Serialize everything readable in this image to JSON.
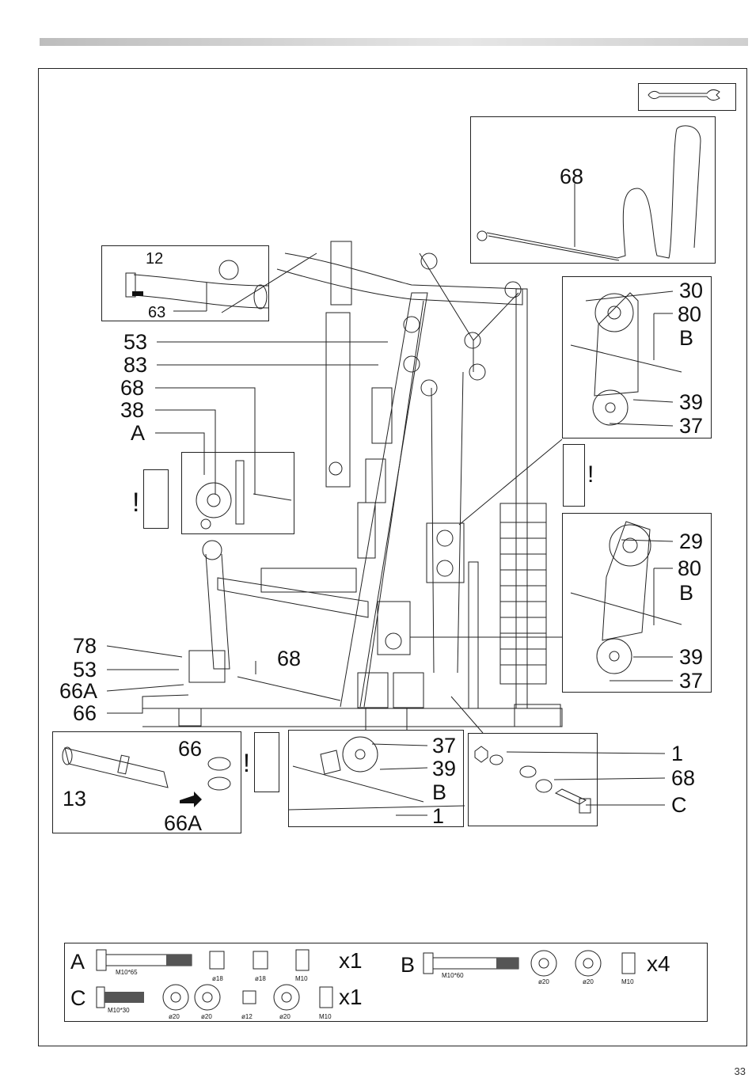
{
  "page_number": "33",
  "labels": {
    "n68_cable": "68",
    "n12": "12",
    "n63": "63",
    "n53": "53",
    "n83": "83",
    "n68_left": "68",
    "n38": "38",
    "nA": "A",
    "excl1": "!",
    "n30": "30",
    "n80_top": "80",
    "nB_top": "B",
    "n39_top": "39",
    "n37_top": "37",
    "excl2": "!",
    "n29": "29",
    "n80_mid": "80",
    "nB_mid": "B",
    "n39_mid": "39",
    "n37_mid": "37",
    "n78": "78",
    "n53_low": "53",
    "n66A": "66A",
    "n66": "66",
    "n68_mid": "68",
    "n66_box": "66",
    "n13": "13",
    "n66A_box": "66A",
    "excl3": "!",
    "n37_box": "37",
    "n39_box": "39",
    "nB_box": "B",
    "n1_box": "1",
    "n1_right": "1",
    "n68_right": "68",
    "nC_right": "C"
  },
  "hardware": {
    "A": {
      "letter": "A",
      "bolt": "M10*65",
      "spacer1": "ø18",
      "spacer2": "ø18",
      "nut": "M10",
      "qty": "x1"
    },
    "B": {
      "letter": "B",
      "bolt": "M10*60",
      "washer1": "ø20",
      "washer2": "ø20",
      "nut": "M10",
      "qty": "x4"
    },
    "C": {
      "letter": "C",
      "bolt": "M10*30",
      "washer1": "ø20",
      "washer2": "ø20",
      "square": "ø12",
      "washer3": "ø20",
      "nut": "M10",
      "qty": "x1"
    }
  }
}
